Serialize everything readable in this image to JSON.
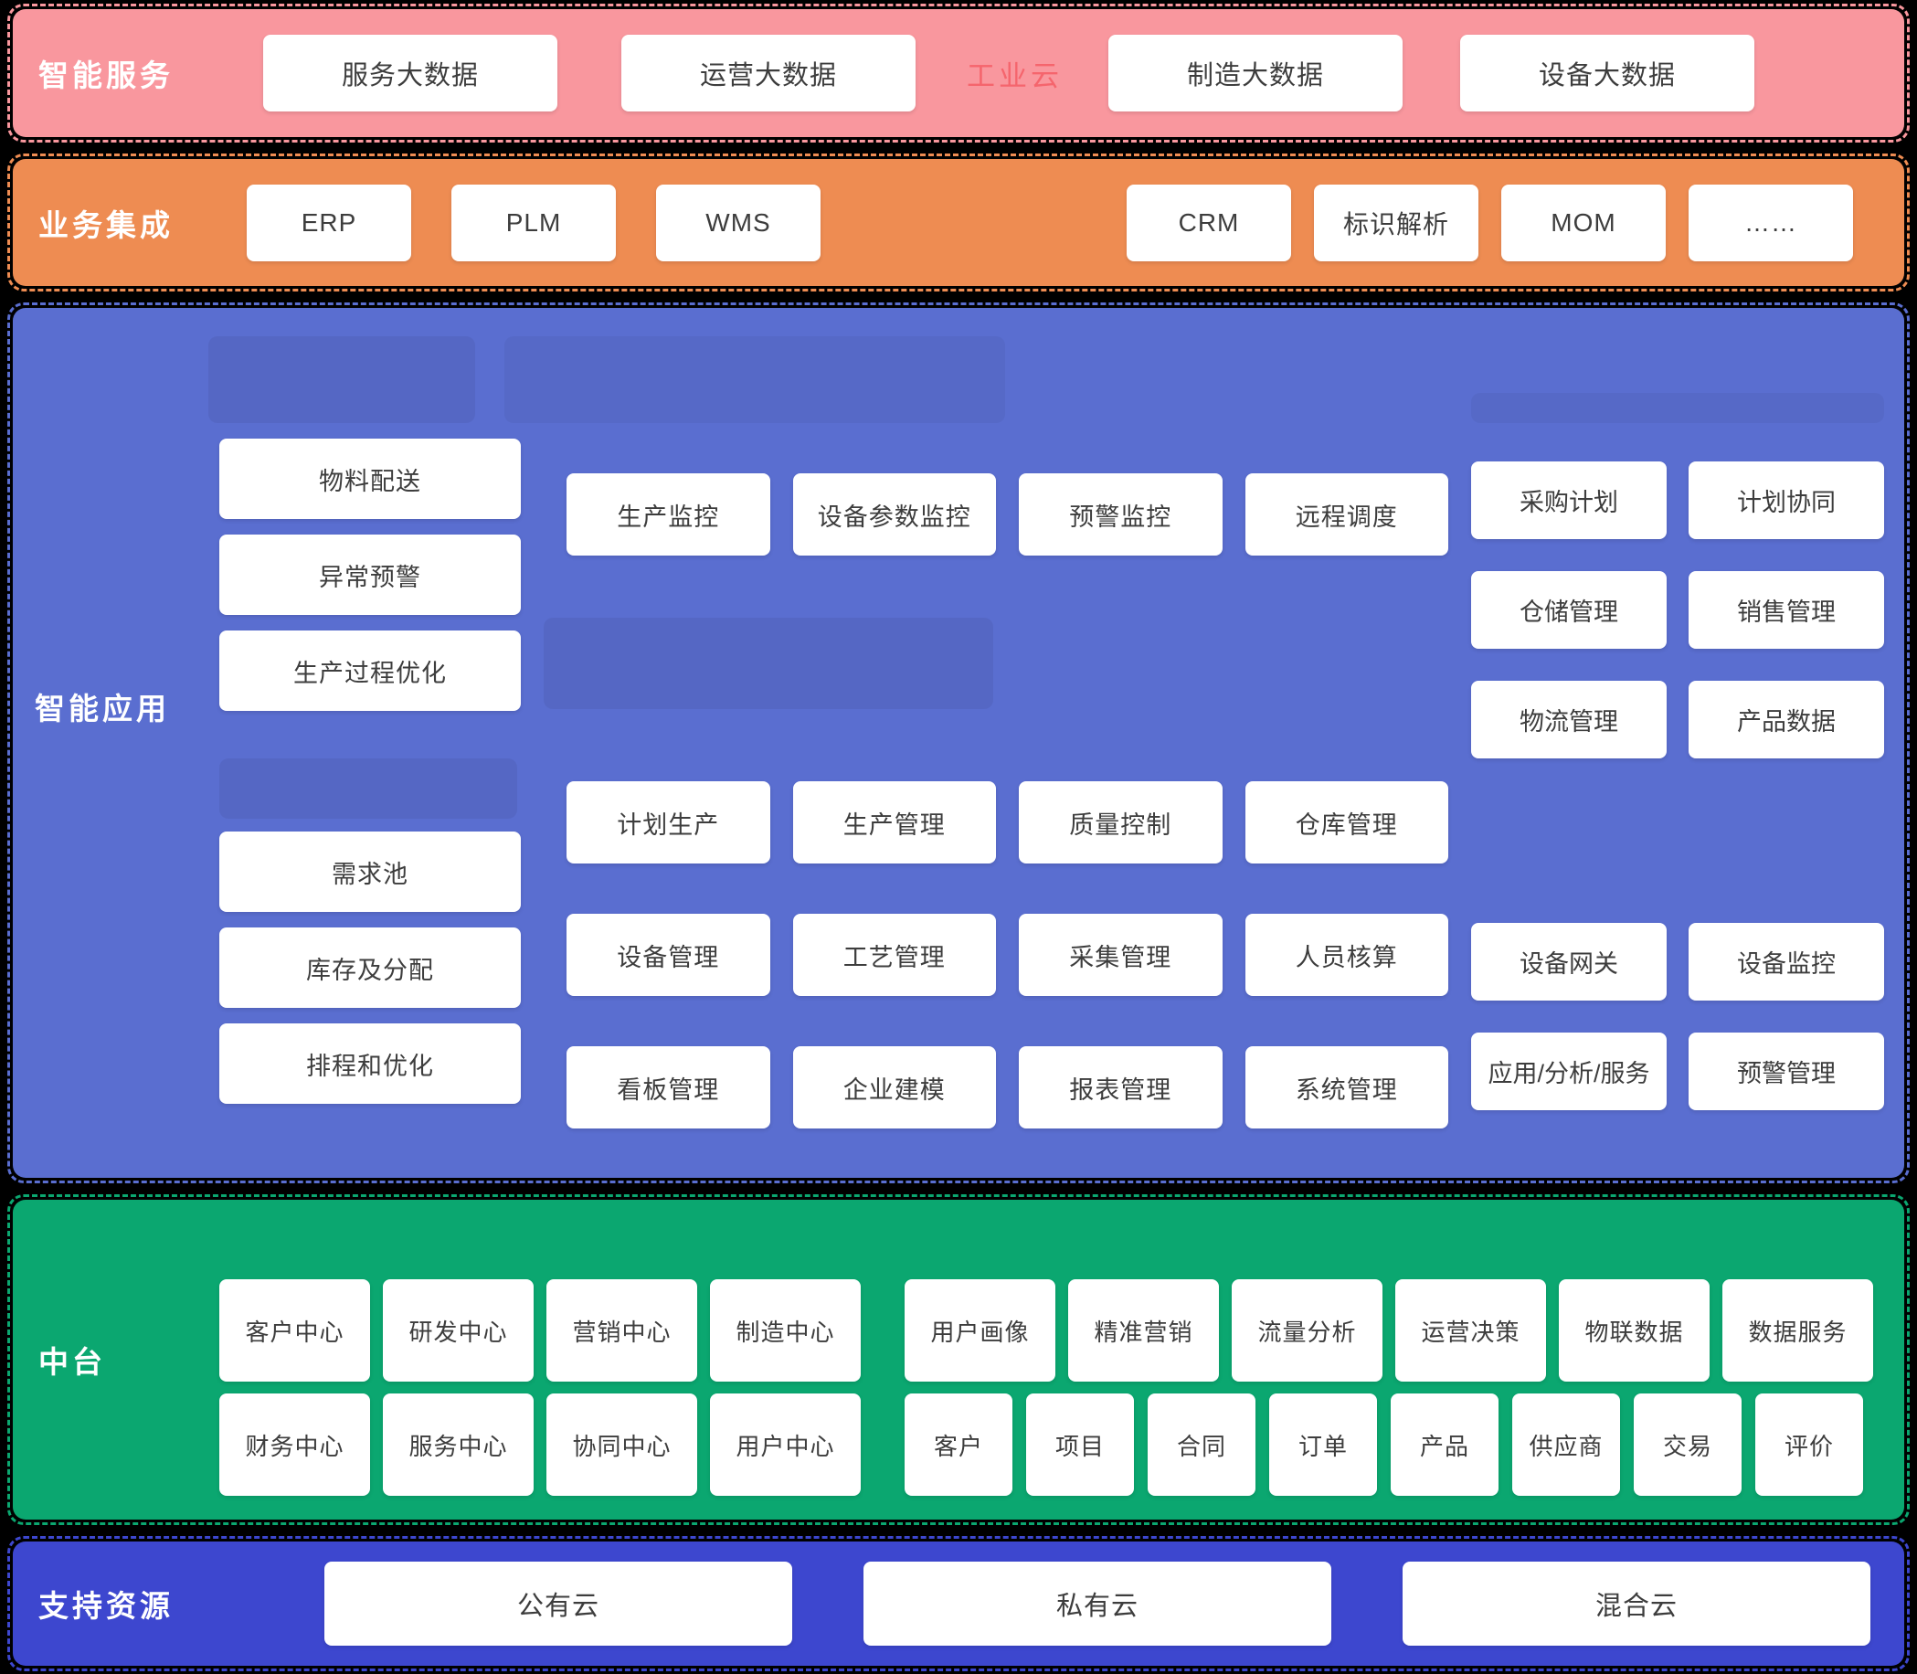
{
  "layers": {
    "services": {
      "label": "智能服务",
      "watermark": "工业云",
      "boxes": [
        "服务大数据",
        "运营大数据",
        "制造大数据",
        "设备大数据"
      ]
    },
    "integration": {
      "label": "业务集成",
      "left_boxes": [
        "ERP",
        "PLM",
        "WMS"
      ],
      "right_boxes": [
        "CRM",
        "标识解析",
        "MOM",
        "……"
      ]
    },
    "apps": {
      "label": "智能应用",
      "left_group_a": [
        "物料配送",
        "异常预警",
        "生产过程优化"
      ],
      "left_group_b": [
        "需求池",
        "库存及分配",
        "排程和优化"
      ],
      "grid_rows": [
        [
          "生产监控",
          "设备参数监控",
          "预警监控",
          "远程调度"
        ],
        [
          "计划生产",
          "生产管理",
          "质量控制",
          "仓库管理"
        ],
        [
          "设备管理",
          "工艺管理",
          "采集管理",
          "人员核算"
        ],
        [
          "看板管理",
          "企业建模",
          "报表管理",
          "系统管理"
        ]
      ],
      "right_top": [
        "采购计划",
        "计划协同",
        "仓储管理",
        "销售管理",
        "物流管理",
        "产品数据"
      ],
      "right_bottom": [
        "设备网关",
        "设备监控",
        "应用/分析/服务",
        "预警管理"
      ]
    },
    "middle": {
      "label": "中台",
      "row1_centers": [
        "客户中心",
        "研发中心",
        "营销中心",
        "制造中心"
      ],
      "row1_data": [
        "用户画像",
        "精准营销",
        "流量分析",
        "运营决策",
        "物联数据",
        "数据服务"
      ],
      "row2_centers": [
        "财务中心",
        "服务中心",
        "协同中心",
        "用户中心"
      ],
      "row2_entities": [
        "客户",
        "项目",
        "合同",
        "订单",
        "产品",
        "供应商",
        "交易",
        "评价"
      ]
    },
    "resources": {
      "label": "支持资源",
      "boxes": [
        "公有云",
        "私有云",
        "混合云"
      ]
    },
    "colors": {
      "services_band": "#F9979E",
      "integration_band": "#EE8C52",
      "apps_band": "#5A6ED0",
      "middle_band": "#0BA770",
      "resources_band": "#3D47CF",
      "watermark_text": "#F5656D",
      "box_background": "#FFFFFF",
      "box_text": "#3D3D3D",
      "page_background": "#000000"
    }
  }
}
